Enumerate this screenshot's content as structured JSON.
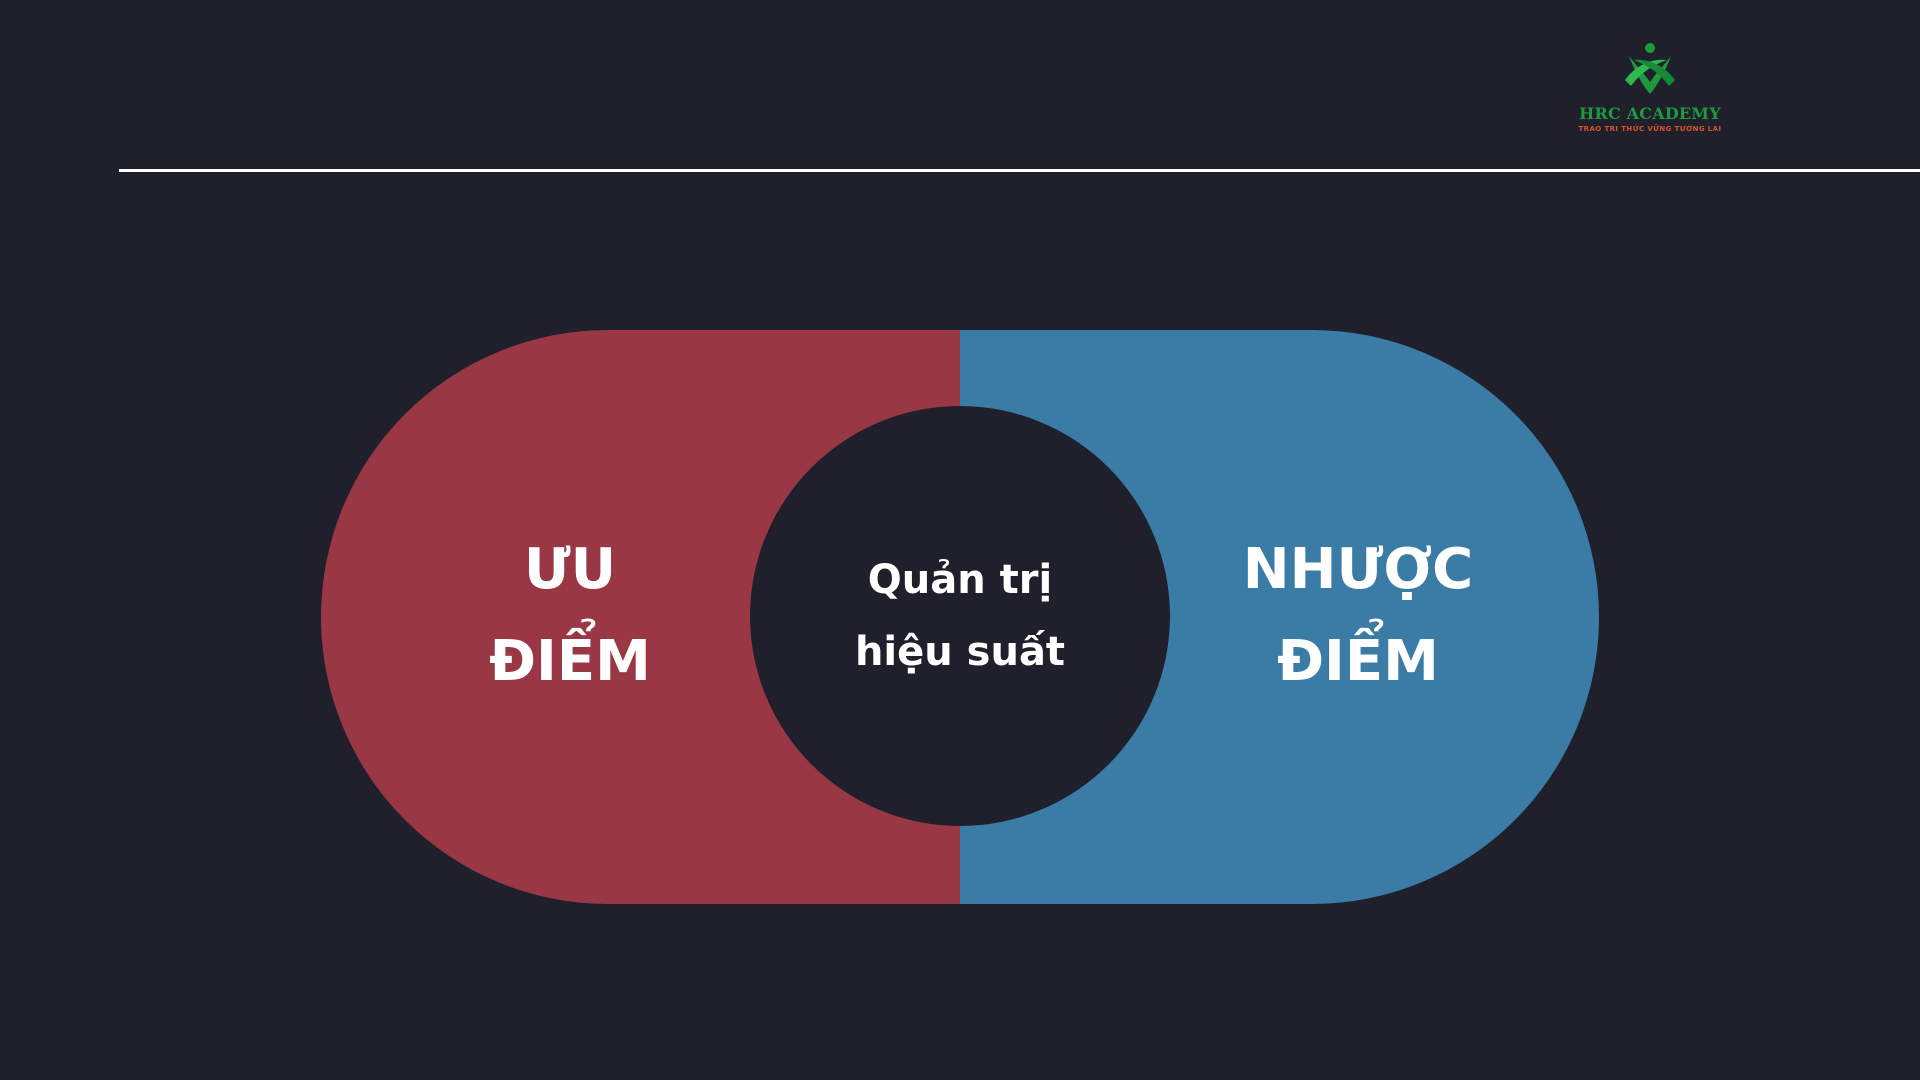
{
  "logo": {
    "name": "HRC ACADEMY",
    "tagline": "TRAO TRI THỨC VỮNG TƯƠNG LAI",
    "icon": "hrc-academy-logo-icon"
  },
  "diagram": {
    "left": {
      "line1": "ƯU",
      "line2": "ĐIỂM",
      "color": "#9a3745"
    },
    "center": {
      "line1": "Quản trị",
      "line2": "hiệu suất"
    },
    "right": {
      "line1": "NHƯỢC",
      "line2": "ĐIỂM",
      "color": "#3b7ca6"
    }
  },
  "colors": {
    "background": "#20202c",
    "divider": "#ffffff",
    "logo_green": "#1e9a3c",
    "logo_orange": "#d9552b"
  }
}
